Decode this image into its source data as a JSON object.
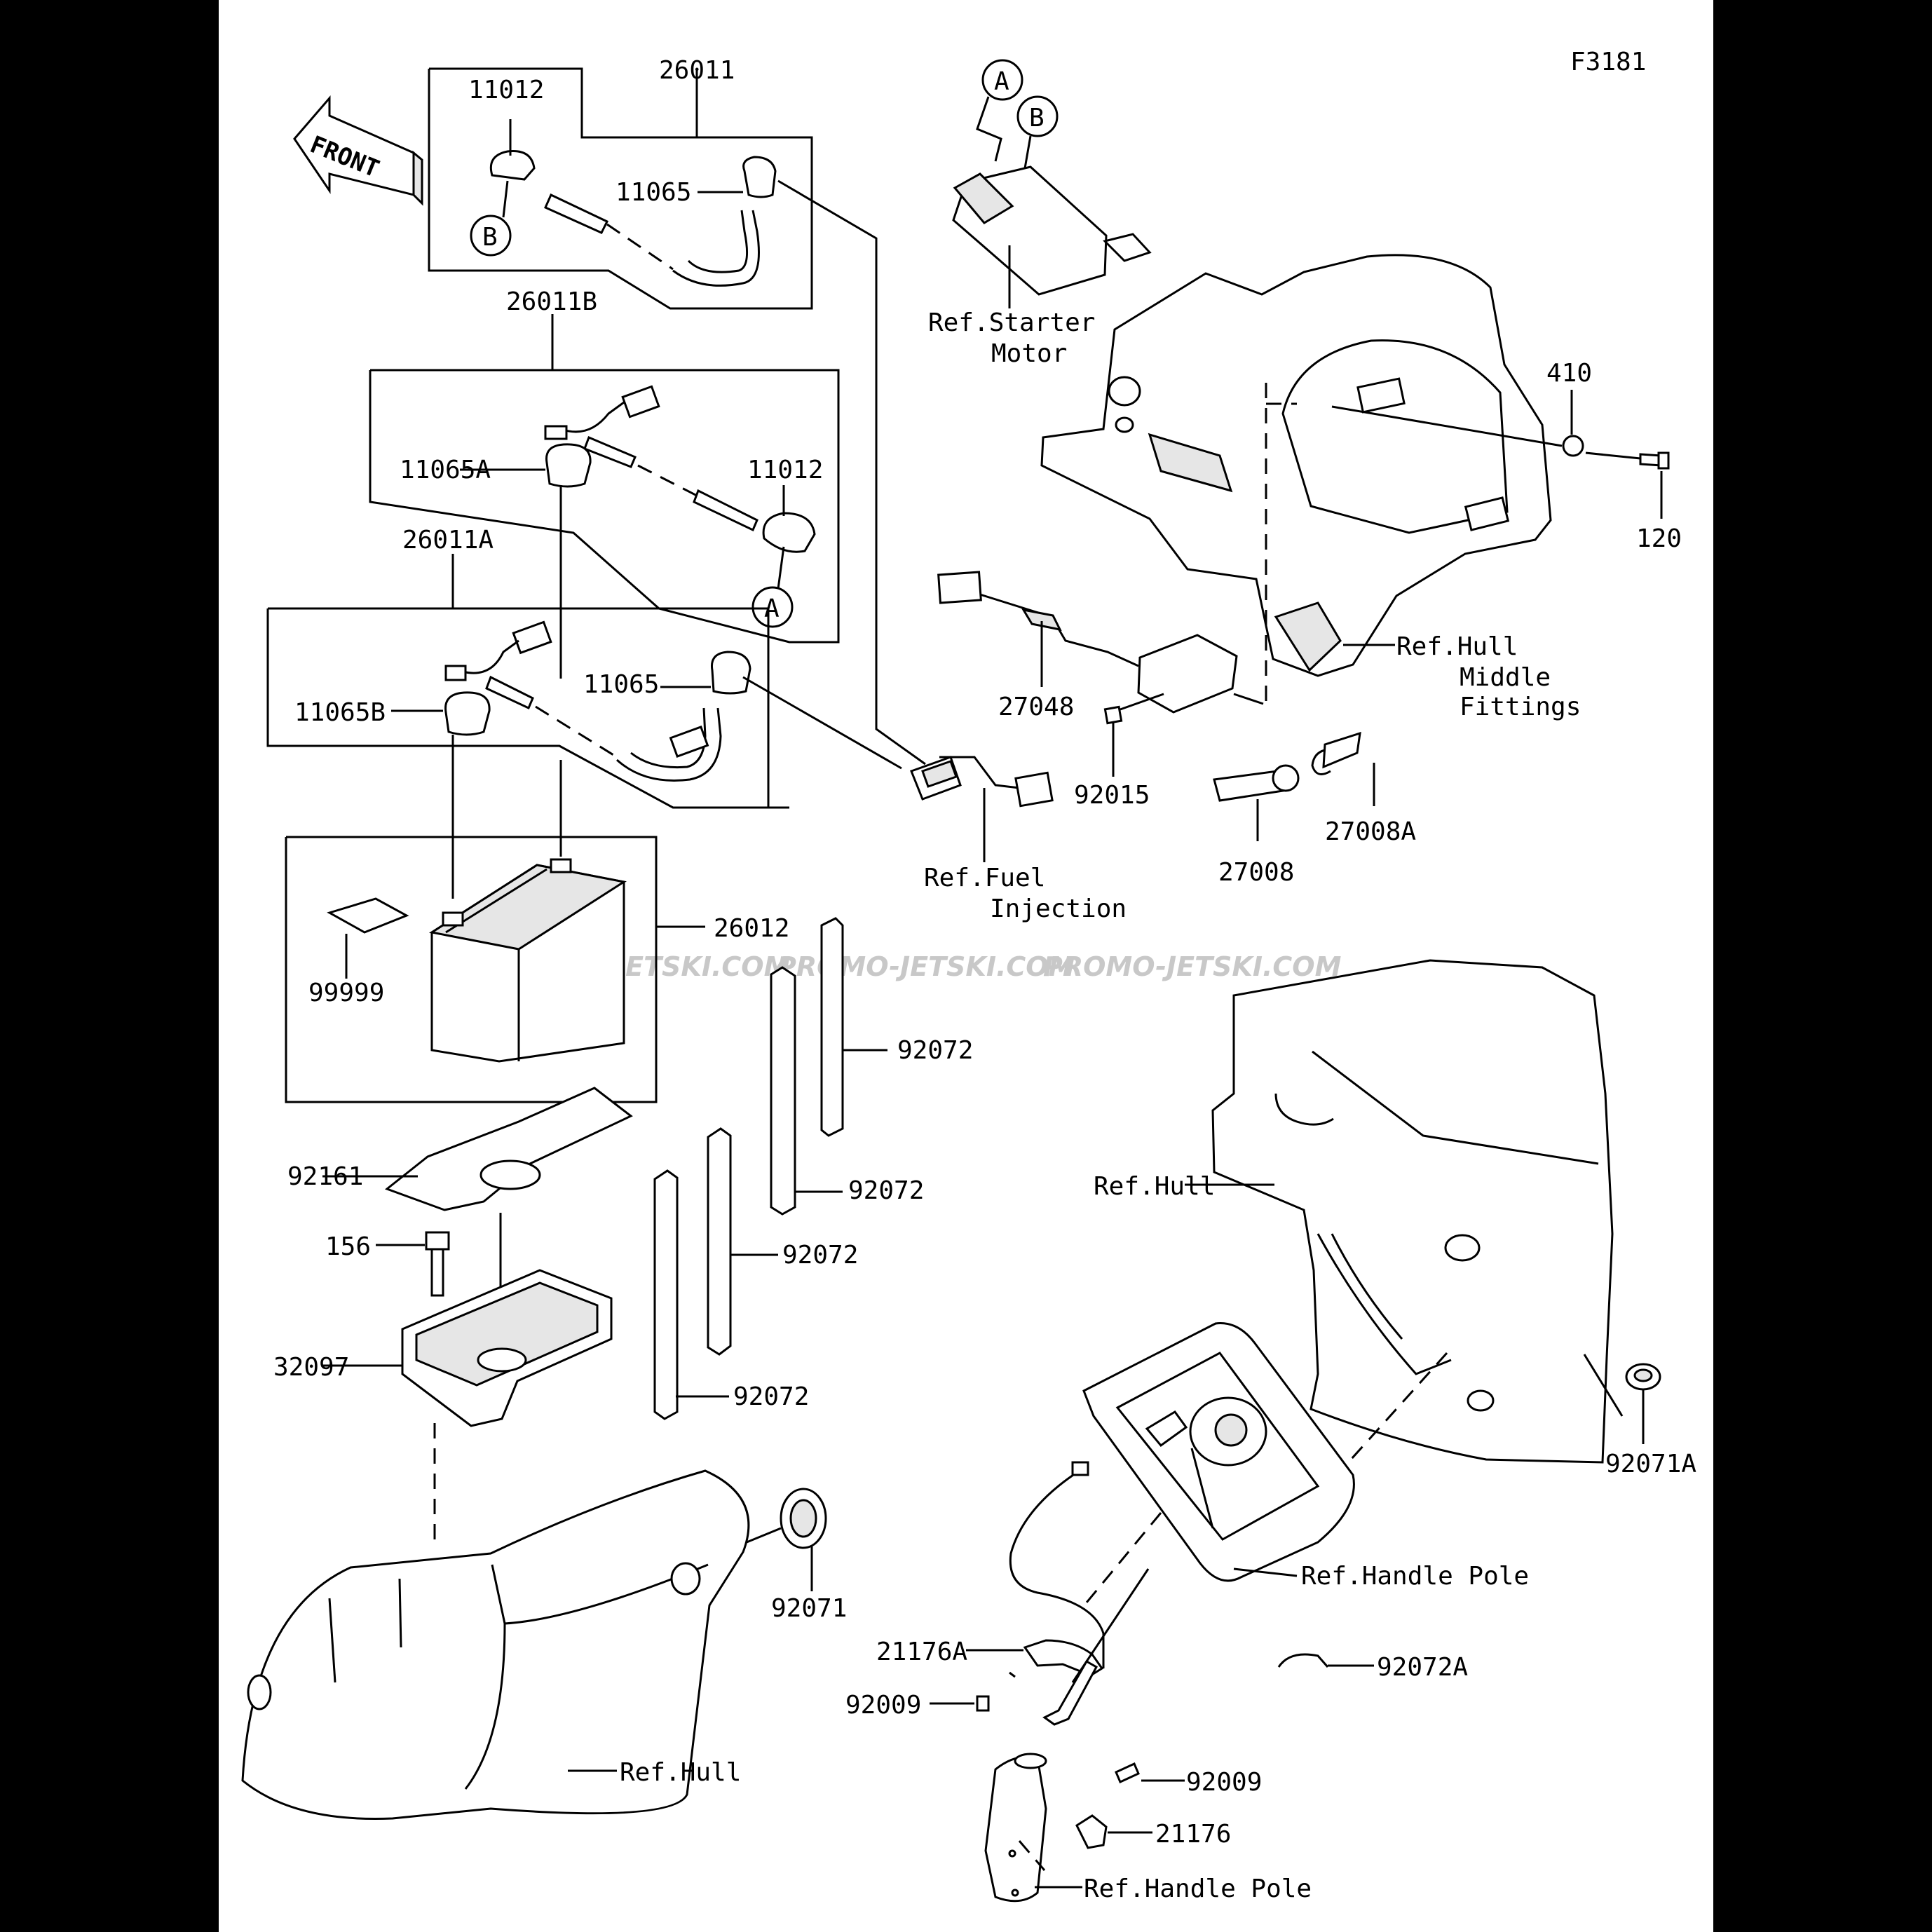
{
  "diagram_code": "F3181",
  "front_arrow_label": "FRONT",
  "watermark": [
    "JETSKI.COM",
    "PROMO-JETSKI.COM",
    "PROMO-JETSKI.COM"
  ],
  "circle_markers": {
    "a": "A",
    "b": "B"
  },
  "parts": {
    "p26011": "26011",
    "p11012_top": "11012",
    "p11065_top": "11065",
    "p26011B": "26011B",
    "p11065A": "11065A",
    "p11012_mid": "11012",
    "p26011A": "26011A",
    "p11065_mid": "11065",
    "p11065B": "11065B",
    "p26012": "26012",
    "p99999": "99999",
    "p92161": "92161",
    "p156": "156",
    "p32097": "32097",
    "p92072_1": "92072",
    "p92072_2": "92072",
    "p92072_3": "92072",
    "p92072_4": "92072",
    "p92071": "92071",
    "p410": "410",
    "p120": "120",
    "p27048": "27048",
    "p92015": "92015",
    "p27008": "27008",
    "p27008A": "27008A",
    "p92071A": "92071A",
    "p21176A": "21176A",
    "p92009_1": "92009",
    "p92072A": "92072A",
    "p92009_2": "92009",
    "p21176": "21176"
  },
  "refs": {
    "starter_1": "Ref.Starter",
    "starter_2": "Motor",
    "hull_mid_1": "Ref.Hull",
    "hull_mid_2": "Middle",
    "hull_mid_3": "Fittings",
    "fuel_1": "Ref.Fuel",
    "fuel_2": "Injection",
    "hull_right": "Ref.Hull",
    "handle_pole_1": "Ref.Handle Pole",
    "hull_bottom": "Ref.Hull",
    "handle_pole_2": "Ref.Handle Pole"
  }
}
